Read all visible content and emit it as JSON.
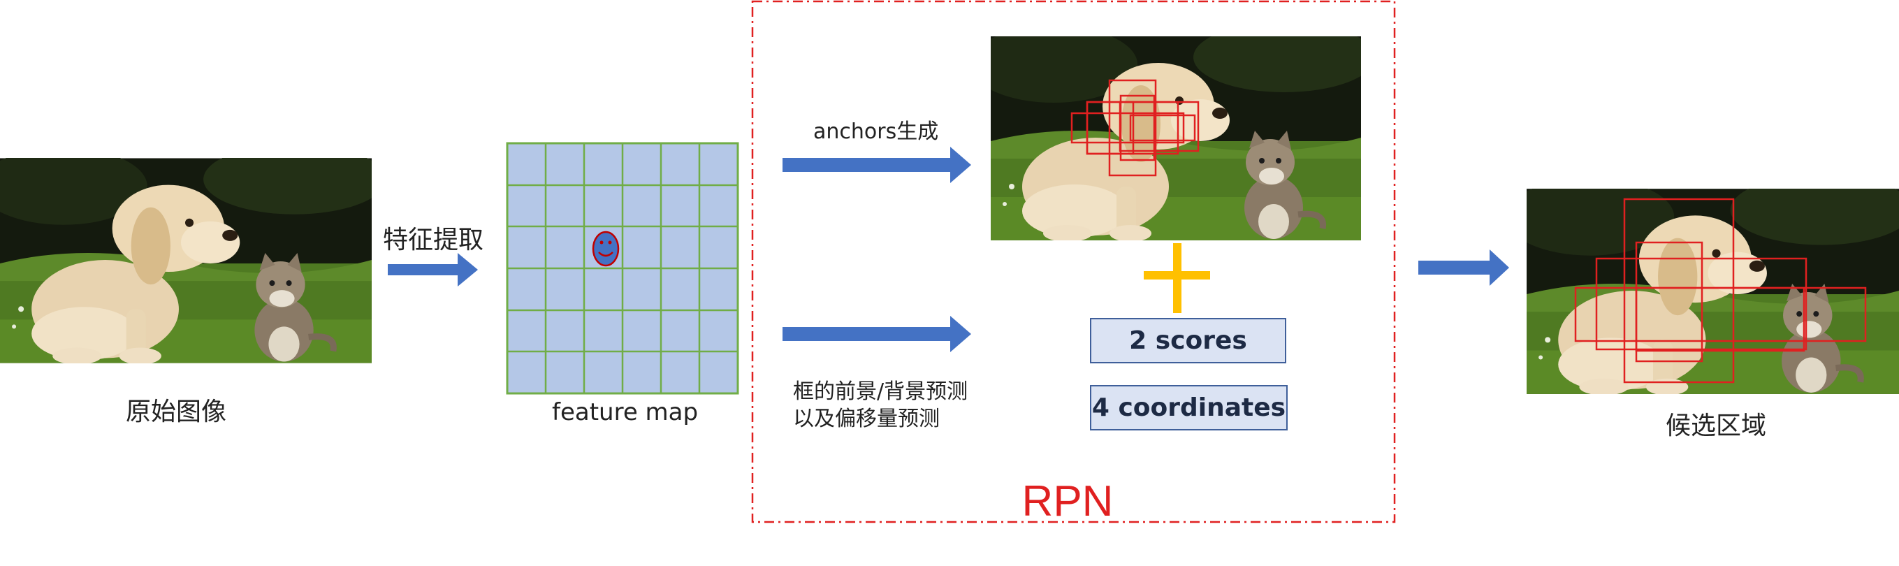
{
  "labels": {
    "original_image": "原始图像",
    "feature_extract": "特征提取",
    "feature_map": "feature map",
    "anchors_gen": "anchors生成",
    "predict_line1": "框的前景/背景预测",
    "predict_line2": "以及偏移量预测",
    "scores": "2 scores",
    "coordinates": "4 coordinates",
    "rpn": "RPN",
    "proposals": "候选区域"
  },
  "colors": {
    "arrow": "#4472c4",
    "grid_fill": "#b4c7e7",
    "grid_line": "#70ad47",
    "anchor_box": "#e02020",
    "rpn_border": "#e02020",
    "plus": "#ffc000"
  }
}
